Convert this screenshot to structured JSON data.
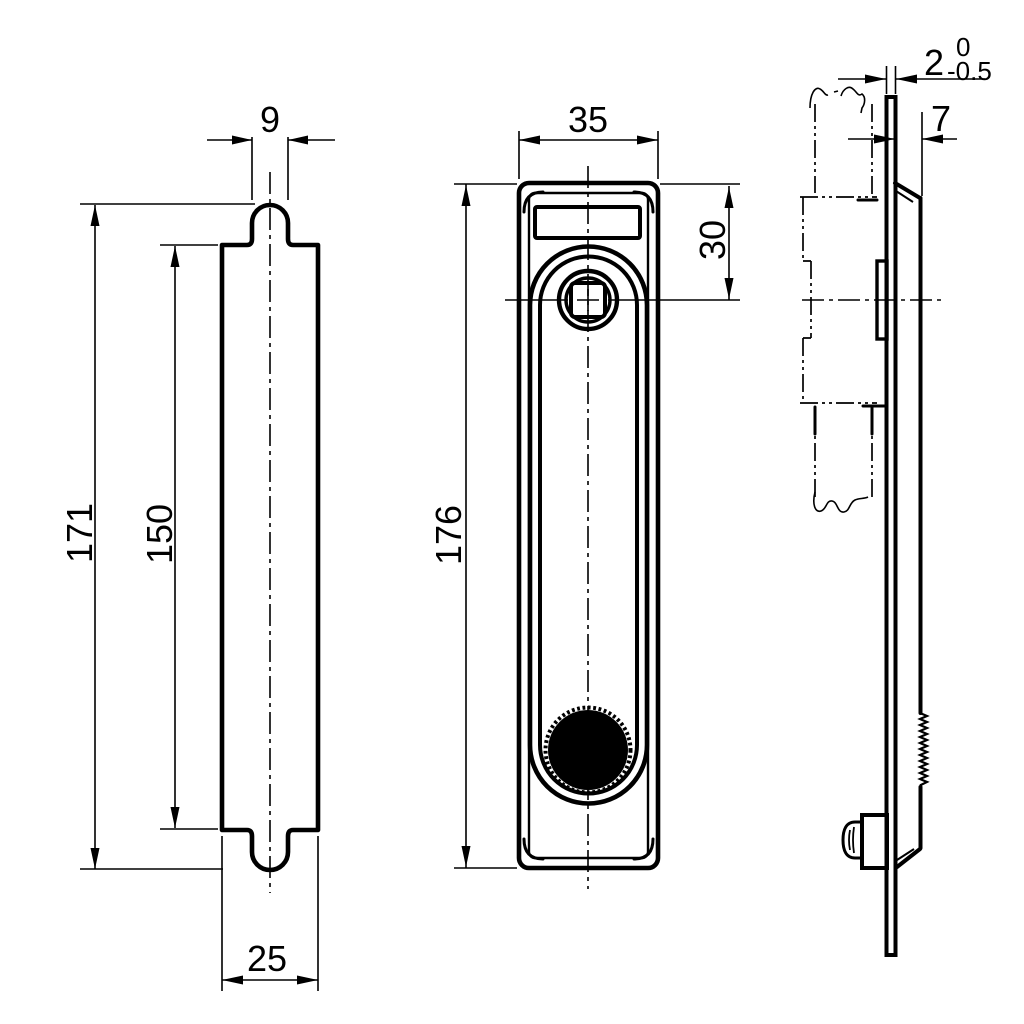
{
  "colors": {
    "background": "#ffffff",
    "ink": "#000000"
  },
  "dims": {
    "profile": {
      "tongue_width": "9",
      "overall_length": "171",
      "body_length": "150",
      "bar_width": "25"
    },
    "front": {
      "faceplate_width": "35",
      "faceplate_length": "176",
      "spindle_offset": "30"
    },
    "side": {
      "bar_thickness": "2",
      "tol_upper": "0",
      "tol_lower": "-0.5",
      "faceplate_depth": "7"
    }
  }
}
